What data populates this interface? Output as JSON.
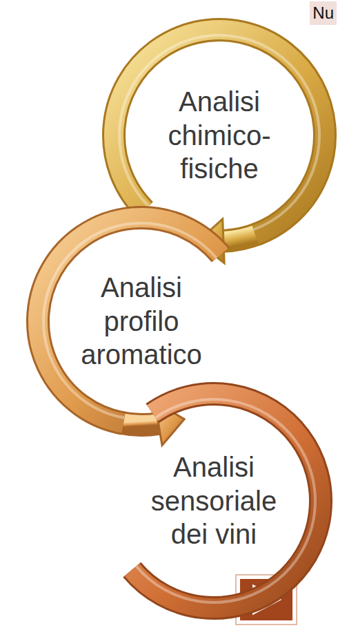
{
  "diagram": {
    "nodes": [
      {
        "text": [
          "Analisi chimico-fisiche"
        ]
      },
      {
        "text": [
          "Analisi profilo aromatico"
        ]
      },
      {
        "text": [
          "Analisi sensoriale dei vini"
        ]
      }
    ],
    "edges": [
      {
        "from": 0,
        "to": 1,
        "arrow": "to"
      },
      {
        "from": 1,
        "to": 2,
        "arrow": "to"
      }
    ],
    "labels": [
      "Nu"
    ]
  }
}
